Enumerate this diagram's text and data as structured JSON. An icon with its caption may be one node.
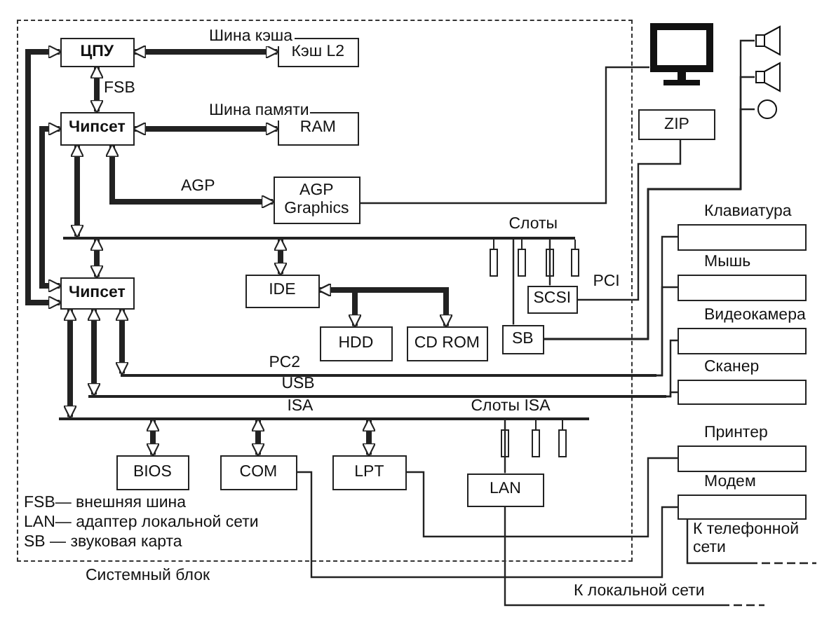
{
  "diagram": {
    "nodes": [
      {
        "text": [
          "Системный блок"
        ]
      },
      {
        "text": [
          "ЦПУ"
        ],
        "in": 0
      },
      {
        "text": [
          "Кэш L2"
        ],
        "in": 0
      },
      {
        "text": [
          "Чипсет"
        ],
        "in": 0
      },
      {
        "text": [
          "RAM"
        ],
        "in": 0
      },
      {
        "text": [
          "AGP Graphics"
        ],
        "in": 0
      },
      {
        "text": [
          "Слоты",
          "PCI"
        ],
        "in": 0
      },
      {
        "text": [
          "Чипсет"
        ],
        "in": 0
      },
      {
        "text": [
          "IDE"
        ],
        "in": 0
      },
      {
        "text": [
          "SCSI"
        ],
        "in": 0
      },
      {
        "text": [
          "HDD"
        ],
        "in": 0
      },
      {
        "text": [
          "CD ROM"
        ],
        "in": 0
      },
      {
        "text": [
          "SB"
        ],
        "in": 0
      },
      {
        "text": [
          "PC2"
        ],
        "in": 0
      },
      {
        "text": [
          "USB"
        ],
        "in": 0
      },
      {
        "text": [
          "ISA",
          "Слоты ISA"
        ],
        "in": 0
      },
      {
        "text": [
          "BIOS"
        ],
        "in": 0
      },
      {
        "text": [
          "COM"
        ],
        "in": 0
      },
      {
        "text": [
          "LPT"
        ],
        "in": 0
      },
      {
        "text": [
          "LAN"
        ],
        "in": 0
      },
      {
        "text": [],
        "shape": "monitor"
      },
      {
        "text": [],
        "shape": "speaker"
      },
      {
        "text": [],
        "shape": "speaker"
      },
      {
        "text": [],
        "shape": "microphone"
      },
      {
        "text": [
          "ZIP"
        ]
      },
      {
        "text": [
          "Клавиатура"
        ]
      },
      {
        "text": [
          "Мышь"
        ]
      },
      {
        "text": [
          "Видеокамера"
        ]
      },
      {
        "text": [
          "Сканер"
        ]
      },
      {
        "text": [
          "Принтер"
        ]
      },
      {
        "text": [
          "Модем"
        ]
      }
    ],
    "edges": [
      {
        "from": 1,
        "to": 2,
        "arrow": "both",
        "label": "Шина кэша"
      },
      {
        "from": 1,
        "to": 3,
        "arrow": "both",
        "label": "FSB"
      },
      {
        "from": 3,
        "to": 4,
        "arrow": "both",
        "label": "Шина памяти"
      },
      {
        "from": 3,
        "to": 5,
        "arrow": "both",
        "label": "AGP"
      },
      {
        "from": 3,
        "to": 6,
        "arrow": "both"
      },
      {
        "from": 6,
        "to": 7,
        "arrow": "both"
      },
      {
        "from": 6,
        "to": 8,
        "arrow": "both"
      },
      {
        "from": 8,
        "to": 10,
        "arrow": "both"
      },
      {
        "from": 8,
        "to": 11,
        "arrow": "both"
      },
      {
        "from": 7,
        "to": 13,
        "arrow": "both"
      },
      {
        "from": 7,
        "to": 14,
        "arrow": "both"
      },
      {
        "from": 7,
        "to": 15,
        "arrow": "both"
      },
      {
        "from": 15,
        "to": 16,
        "arrow": "both"
      },
      {
        "from": 15,
        "to": 17,
        "arrow": "both"
      },
      {
        "from": 15,
        "to": 18,
        "arrow": "both"
      },
      {
        "from": 5,
        "to": 20,
        "arrow": "none"
      },
      {
        "from": 7,
        "to": 1,
        "arrow": "both"
      },
      {
        "from": 7,
        "to": 3,
        "arrow": "both"
      },
      {
        "from": 24,
        "to": 9,
        "arrow": "none"
      },
      {
        "from": 12,
        "to": 21,
        "arrow": "none"
      },
      {
        "from": 12,
        "to": 22,
        "arrow": "none"
      },
      {
        "from": 12,
        "to": 23,
        "arrow": "none"
      },
      {
        "from": 13,
        "to": 25,
        "arrow": "none"
      },
      {
        "from": 13,
        "to": 26,
        "arrow": "none"
      },
      {
        "from": 14,
        "to": 27,
        "arrow": "none"
      },
      {
        "from": 14,
        "to": 28,
        "arrow": "none"
      },
      {
        "from": 18,
        "to": 29,
        "arrow": "none"
      },
      {
        "from": 17,
        "to": 30,
        "arrow": "none"
      },
      {
        "from": 30,
        "to": null,
        "arrow": "none",
        "label": "К телефонной сети"
      },
      {
        "from": 19,
        "to": null,
        "arrow": "none",
        "label": "К локальной сети"
      },
      {
        "from": 19,
        "to": 15,
        "arrow": "none"
      },
      {
        "from": 9,
        "to": 6,
        "arrow": "none"
      },
      {
        "from": 12,
        "to": 6,
        "arrow": "none"
      }
    ],
    "labels": [
      "FSB— внешняя шина",
      "LAN— адаптер локальной сети",
      "SB — звуковая карта"
    ]
  }
}
